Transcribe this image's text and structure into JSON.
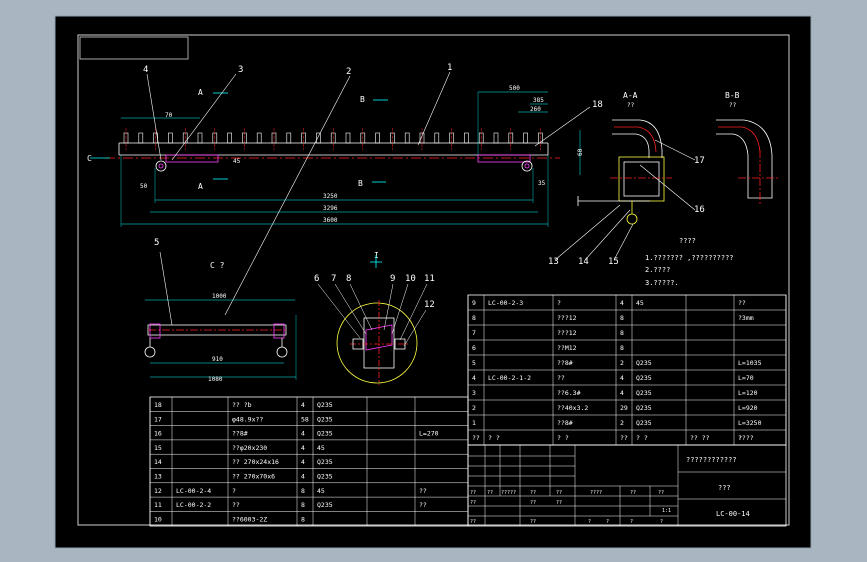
{
  "callouts": [
    "4",
    "3",
    "2",
    "1",
    "18",
    "5",
    "6",
    "7",
    "8",
    "9",
    "10",
    "11",
    "12",
    "13",
    "14",
    "15",
    "16",
    "17"
  ],
  "section_labels": {
    "a_top": "A",
    "a_bottom": "A",
    "b_top": "B",
    "b_bottom": "B",
    "c": "C",
    "aa_title": "A-A",
    "aa_sub": "??",
    "bb_title": "B-B",
    "bb_sub": "??",
    "c_view": "C ?",
    "i_view": "I"
  },
  "dims": {
    "d500": "500",
    "d385": "385",
    "d260": "260",
    "d70": "70",
    "d60": "60",
    "d45": "45",
    "d50": "50",
    "d35": "35",
    "d3250": "3250",
    "d3296": "3296",
    "d3600": "3600",
    "d1000": "1000",
    "d910": "910",
    "d1080": "1080"
  },
  "tech_notes": {
    "heading": "????",
    "line1": "1.??????? ,??????????",
    "line2": "2.????",
    "line3": "3.?????."
  },
  "parts_upper": [
    {
      "no": "9",
      "code": "LC-00-2-3",
      "name": "?",
      "qty": "4",
      "mat": "45",
      "note": "??"
    },
    {
      "no": "8",
      "code": "",
      "name": "???12",
      "qty": "8",
      "mat": "",
      "note": "?3mm"
    },
    {
      "no": "7",
      "code": "",
      "name": "???12",
      "qty": "8",
      "mat": "",
      "note": ""
    },
    {
      "no": "6",
      "code": "",
      "name": "??M12",
      "qty": "8",
      "mat": "",
      "note": ""
    },
    {
      "no": "5",
      "code": "",
      "name": "??8#",
      "qty": "2",
      "mat": "Q235",
      "note": "L=1035"
    },
    {
      "no": "4",
      "code": "LC-00-2-1-2",
      "name": "??",
      "qty": "4",
      "mat": "Q235",
      "note": "L=70"
    },
    {
      "no": "3",
      "code": "",
      "name": "??6.3#",
      "qty": "4",
      "mat": "Q235",
      "note": "L=120"
    },
    {
      "no": "2",
      "code": "",
      "name": "??40x3.2",
      "qty": "29",
      "mat": "Q235",
      "note": "L=920"
    },
    {
      "no": "1",
      "code": "",
      "name": "??8#",
      "qty": "2",
      "mat": "Q235",
      "note": "L=3250"
    }
  ],
  "parts_upper_header": [
    "??",
    "?  ?",
    "?  ?",
    "??",
    "?  ?",
    "?? ??",
    "?? ?",
    "?  ?"
  ],
  "parts_lower": [
    {
      "no": "18",
      "code": "",
      "name": "?? ?b",
      "qty": "4",
      "mat": "Q235",
      "note": ""
    },
    {
      "no": "17",
      "code": "",
      "name": "φ48.9x??",
      "qty": "58",
      "mat": "Q235",
      "note": ""
    },
    {
      "no": "16",
      "code": "",
      "name": "??8#",
      "qty": "4",
      "mat": "Q235",
      "note": "L=270"
    },
    {
      "no": "15",
      "code": "",
      "name": "??φ20x230",
      "qty": "4",
      "mat": "45",
      "note": ""
    },
    {
      "no": "14",
      "code": "",
      "name": "??  270x24x16",
      "qty": "4",
      "mat": "Q235",
      "note": ""
    },
    {
      "no": "13",
      "code": "",
      "name": "??  270x70x6",
      "qty": "4",
      "mat": "Q235",
      "note": ""
    },
    {
      "no": "12",
      "code": "LC-00-2-4",
      "name": "?",
      "qty": "8",
      "mat": "45",
      "note": "??"
    },
    {
      "no": "11",
      "code": "LC-00-2-2",
      "name": "??",
      "qty": "8",
      "mat": "Q235",
      "note": "??"
    },
    {
      "no": "10",
      "code": "",
      "name": "??6003-2Z",
      "qty": "8",
      "mat": "",
      "note": ""
    }
  ],
  "title_block": {
    "product": "????????????",
    "material": "???",
    "drawing_no": "LC-00-14",
    "row1": [
      "??",
      "??",
      "?????",
      "??",
      "??"
    ],
    "row2": [
      "??",
      "",
      "",
      "??",
      "??"
    ],
    "row3": [
      "??",
      "",
      "??",
      ""
    ],
    "scale_labels": [
      "????",
      "??",
      "??"
    ],
    "scale_value": "1:1",
    "sheet_labels": [
      "?",
      "?",
      "?",
      "?"
    ]
  }
}
